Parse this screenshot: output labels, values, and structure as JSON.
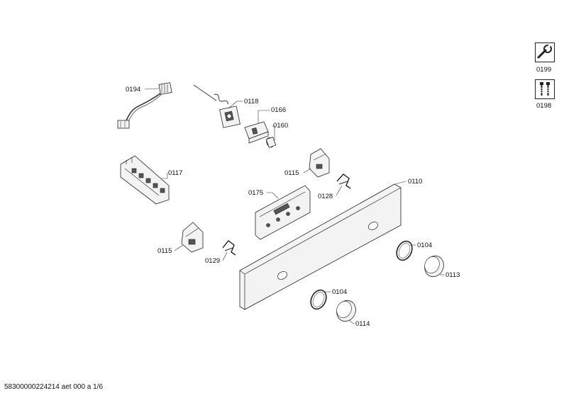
{
  "labels": {
    "p0194": "0194",
    "p0118": "0118",
    "p0166": "0166",
    "p0160": "0160",
    "p0117": "0117",
    "p0115a": "0115",
    "p0128": "0128",
    "p0110": "0110",
    "p0175": "0175",
    "p0115b": "0115",
    "p0129": "0129",
    "p0104a": "0104",
    "p0113": "0113",
    "p0104b": "0104",
    "p0114": "0114"
  },
  "side_icons": [
    {
      "label": "0199",
      "icon": "wrench-tool-icon"
    },
    {
      "label": "0198",
      "icon": "screws-icon"
    }
  ],
  "footer": "58300000224214 aet 000 a 1/6"
}
